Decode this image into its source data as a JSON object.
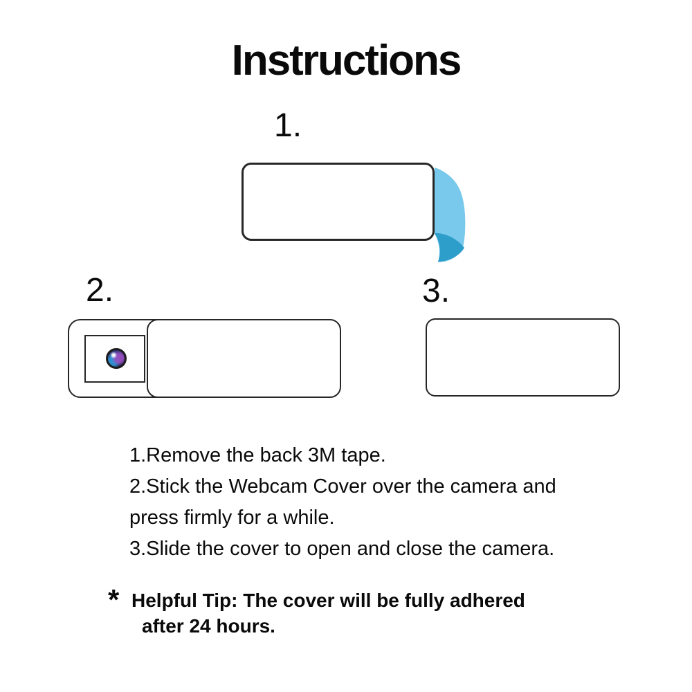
{
  "title": "Instructions",
  "figures": {
    "step1": {
      "label": "1.",
      "description": "cover back with 3M tape peeling off"
    },
    "step2": {
      "label": "2.",
      "description": "cover slid open revealing camera lens"
    },
    "step3": {
      "label": "3.",
      "description": "cover closed over camera"
    }
  },
  "instructions": {
    "lines": [
      "1.Remove the back 3M tape.",
      "2.Stick the Webcam Cover over the camera and",
      "press firmly for a while.",
      "3.Slide the cover to open and close the camera."
    ]
  },
  "tip": {
    "marker": "*",
    "lines": [
      "Helpful Tip: The cover will be fully adhered",
      "after 24 hours."
    ]
  },
  "colors": {
    "tape_light": "#79c9ec",
    "tape_dark": "#2d9dca",
    "outline": "#262626",
    "text": "#0a0a0a",
    "lens_ring": "#1c1c1c"
  }
}
